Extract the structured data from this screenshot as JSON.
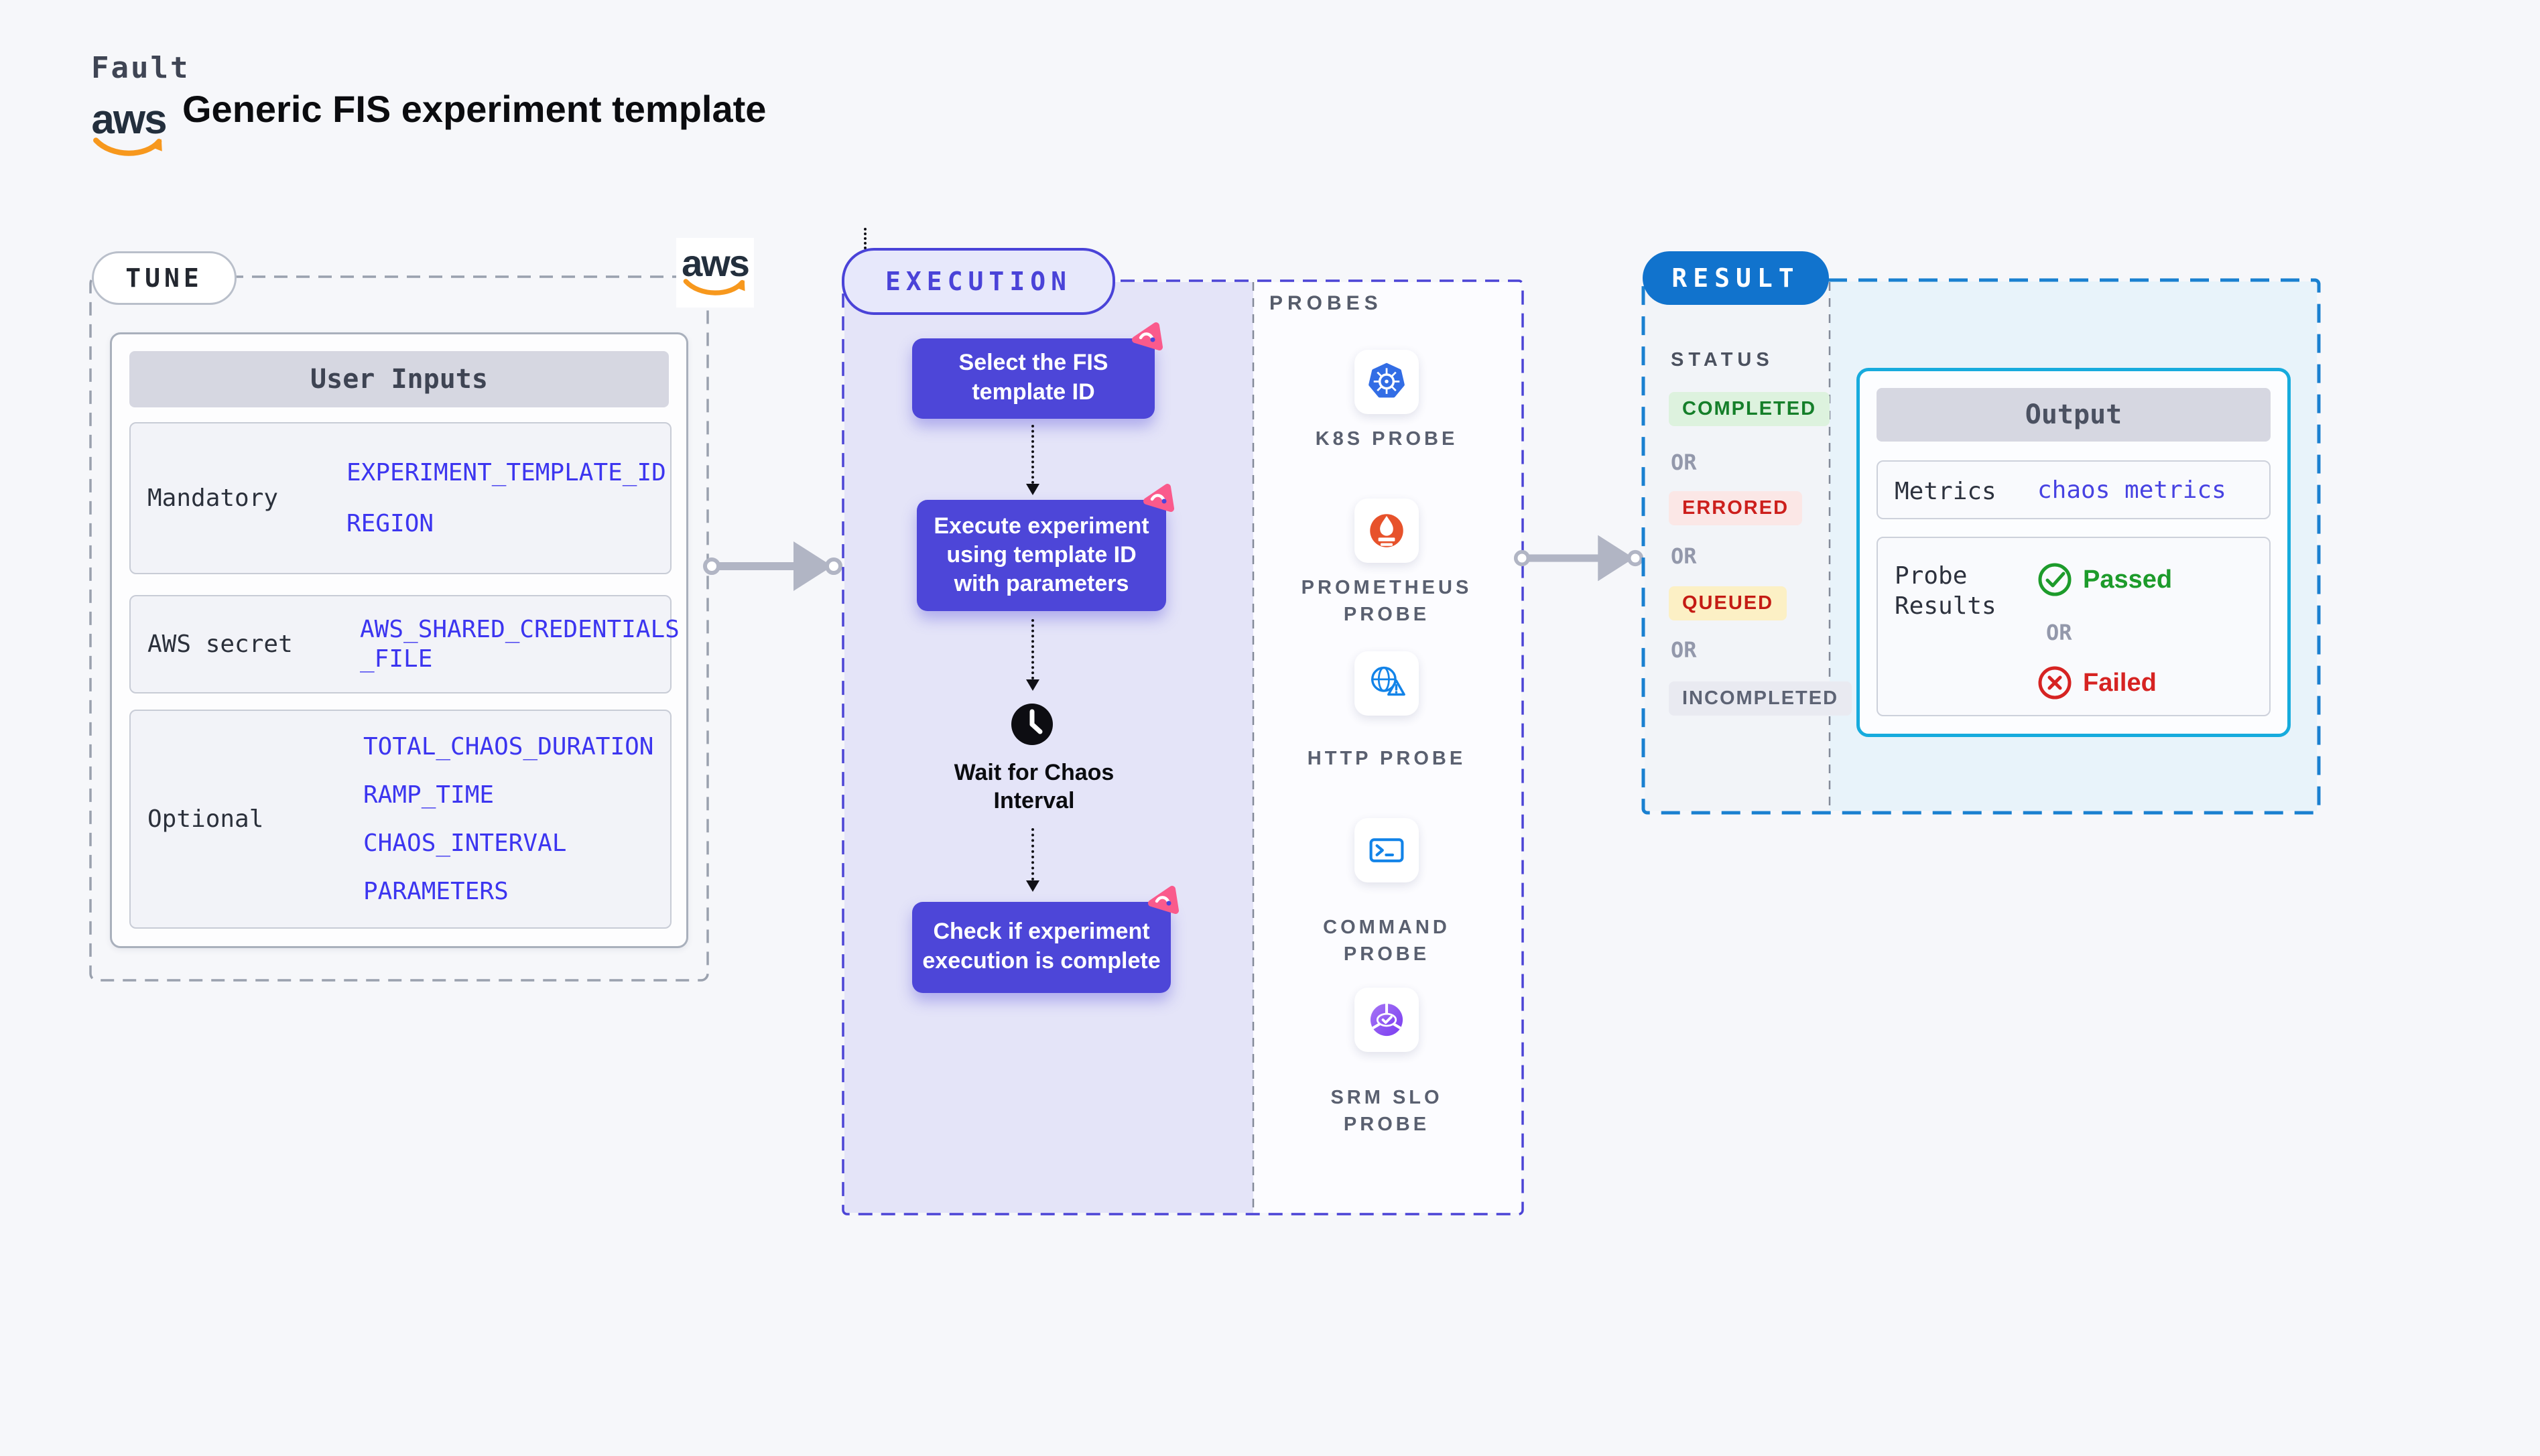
{
  "page": {
    "background": "#f6f7fa"
  },
  "header": {
    "brand": "Fault",
    "title": "Generic FIS experiment template",
    "aws_logo_text": "aws"
  },
  "tune": {
    "label": "TUNE",
    "aws_logo_text": "aws",
    "table": {
      "header": "User Inputs",
      "rows": [
        {
          "label": "Mandatory",
          "values": [
            "EXPERIMENT_TEMPLATE_ID",
            "REGION"
          ]
        },
        {
          "label": "AWS secret",
          "values": [
            "AWS_SHARED_CREDENTIALS",
            "_FILE"
          ]
        },
        {
          "label": "Optional",
          "values": [
            "TOTAL_CHAOS_DURATION",
            "RAMP_TIME",
            "CHAOS_INTERVAL",
            "PARAMETERS"
          ]
        }
      ]
    }
  },
  "execution": {
    "label": "EXECUTION",
    "step1": [
      "Select the FIS",
      "template ID"
    ],
    "step2": [
      "Execute experiment",
      "using template ID",
      "with parameters"
    ],
    "wait_step": [
      "Wait for Chaos",
      "Interval"
    ],
    "step3": [
      "Check if experiment",
      "execution is complete"
    ]
  },
  "probes": {
    "label": "PROBES",
    "items": [
      {
        "icon": "kubernetes-icon",
        "line1": "K8S PROBE",
        "line2": ""
      },
      {
        "icon": "prometheus-icon",
        "line1": "PROMETHEUS",
        "line2": "PROBE"
      },
      {
        "icon": "http-icon",
        "line1": "HTTP PROBE",
        "line2": ""
      },
      {
        "icon": "command-icon",
        "line1": "COMMAND",
        "line2": "PROBE"
      },
      {
        "icon": "srm-slo-icon",
        "line1": "SRM SLO",
        "line2": "PROBE"
      }
    ]
  },
  "result": {
    "label": "RESULT",
    "status": {
      "label": "STATUS",
      "or": "OR",
      "badges": [
        {
          "text": "COMPLETED",
          "bg": "#ddf2de",
          "fg": "#157f2a"
        },
        {
          "text": "ERRORED",
          "bg": "#fbe7e6",
          "fg": "#cc1f1c"
        },
        {
          "text": "QUEUED",
          "bg": "#fcf0c5",
          "fg": "#c41b14"
        },
        {
          "text": "INCOMPLETED",
          "bg": "#e9eaf1",
          "fg": "#5d6374"
        }
      ]
    },
    "output": {
      "header": "Output",
      "metrics_label": "Metrics",
      "metrics_value": "chaos metrics",
      "probe_results_label": [
        "Probe",
        "Results"
      ],
      "passed": "Passed",
      "or": "OR",
      "failed": "Failed"
    }
  },
  "colors": {
    "indigo": "#4a43d8",
    "flow_box": "#4d46d8",
    "execution_panel": "#e4e4f8",
    "result_blue": "#1173cd",
    "result_border": "#1a80d0",
    "output_border": "#16abdd",
    "green": "#1d9b2b",
    "red": "#d62322",
    "value_blue": "#3c35f0",
    "aws_orange": "#f7981d",
    "kubernetes_blue": "#326de5",
    "prometheus_orange": "#e7522b",
    "http_blue": "#1283e8",
    "srm_purple": "#7a3cf0",
    "chaos_pink": "#fa5a8c"
  }
}
